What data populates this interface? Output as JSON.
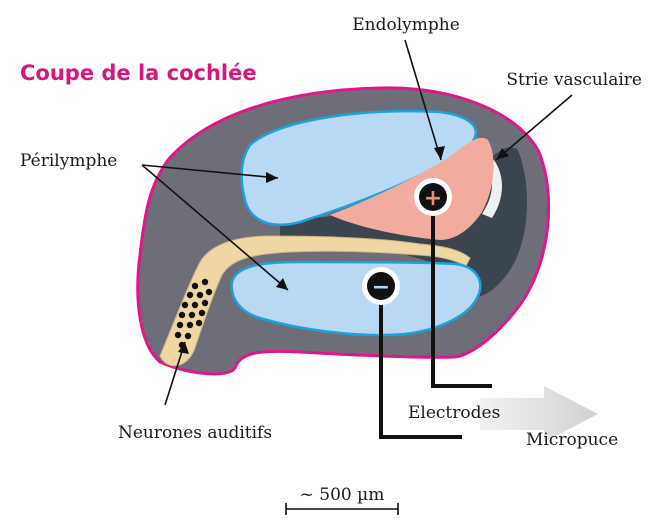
{
  "title": "Coupe de la cochlée",
  "labels": {
    "endolymphe": "Endolymphe",
    "strie": "Strie vasculaire",
    "perilymphe": "Périlymphe",
    "neurones": "Neurones auditifs",
    "electrodes": "Electrodes",
    "micropuce": "Micropuce"
  },
  "scale": {
    "label": "~ 500 µm"
  },
  "electrode_signs": {
    "positive": "+",
    "negative": "−"
  },
  "colors": {
    "title": "#d6187c",
    "outline": "#e0168a",
    "bone": "#6e6e78",
    "fluid": "#b9d8f3",
    "fluid_border": "#1aa3dc",
    "endolymph": "#f4ab9f",
    "nerve": "#efd7a4",
    "dark_tissue": "#3a4550",
    "arrow": "#dedede"
  }
}
